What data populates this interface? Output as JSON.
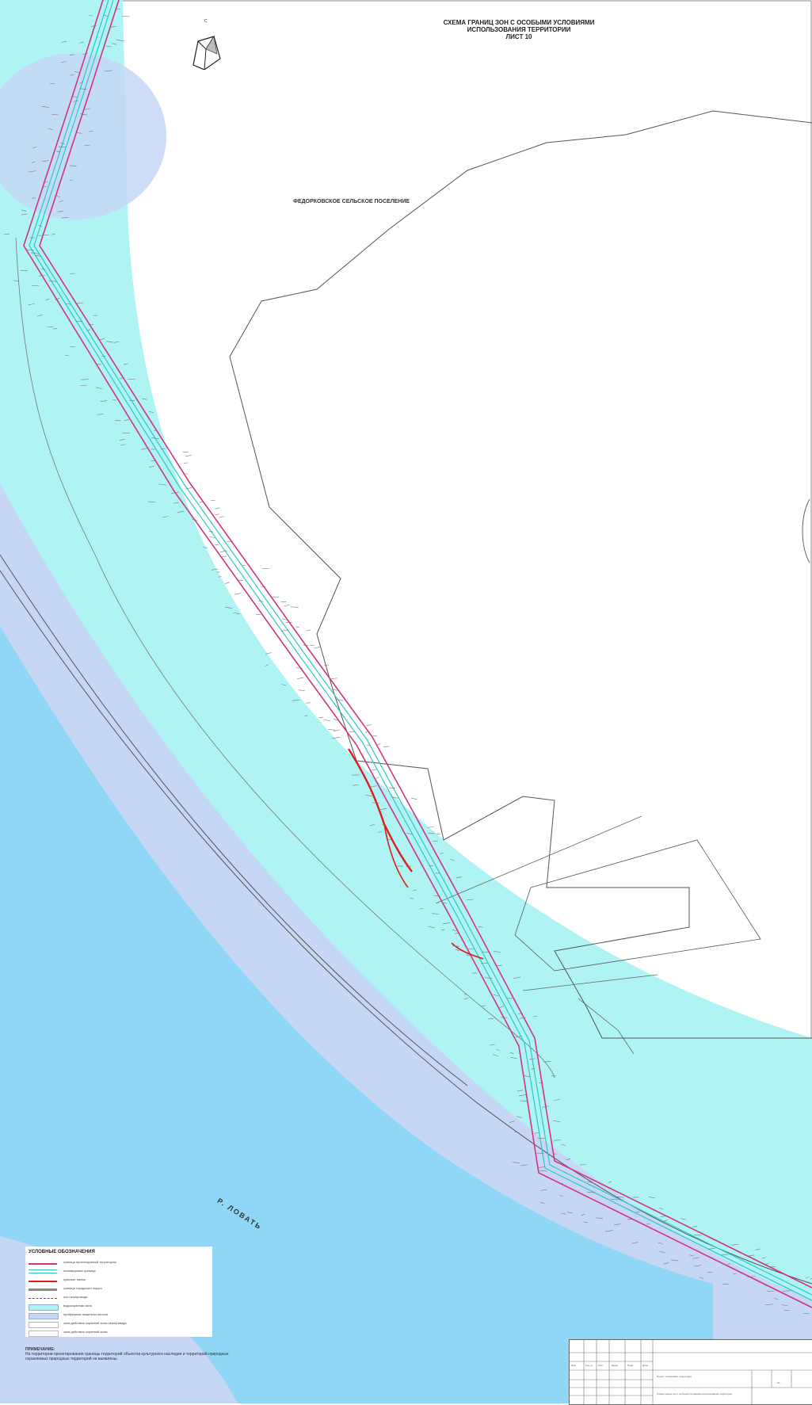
{
  "map": {
    "title_lines": [
      "СХЕМА ГРАНИЦ ЗОН С ОСОБЫМИ УСЛОВИЯМИ",
      "ИСПОЛЬЗОВАНИЯ ТЕРРИТОРИИ",
      "ЛИСТ 10"
    ],
    "settlement_label": "ФЕДОРКОВСКОЕ СЕЛЬСКОЕ ПОСЕЛЕНИЕ",
    "river_label": "Р. ЛОВАТЬ",
    "north_label": "С",
    "colors": {
      "protection_zone": "#aff3f3",
      "flood_zone": "#c6d7f5",
      "river_water": "#8fd6f7",
      "route_boundary": "#d1357f",
      "route_inner": "#2fc7c7",
      "new_construction": "#e01b1b",
      "settlement_boundary": "#555555"
    }
  },
  "legend": {
    "title": "УСЛОВНЫЕ ОБОЗНАЧЕНИЯ",
    "items": [
      {
        "label": "граница проектируемой территории",
        "symbol": "magenta-line"
      },
      {
        "label": "планируемая граница",
        "symbol": "cyan-double-line"
      },
      {
        "label": "красные линии",
        "symbol": "red-line"
      },
      {
        "label": "граница городского округа",
        "symbol": "gray-bar"
      },
      {
        "label": "ось газопровода",
        "symbol": "dashed-line"
      },
      {
        "label": "водоохранная зона",
        "symbol": "cyan-fill"
      },
      {
        "label": "прибрежная защитная полоса",
        "symbol": "lavender-fill"
      },
      {
        "label": "зона действия охранной зоны газопровода",
        "symbol": "blank-box"
      },
      {
        "label": "зона действия охранной зоны",
        "symbol": "blank-box"
      }
    ]
  },
  "note": {
    "title": "ПРИМЕЧАНИЕ:",
    "text": "На территории проектирования границы территорий объектов культурного наследия и территорий природных охраняемых природных территорий не выявлены."
  },
  "stamp": {
    "rows": [
      "Изм.",
      "Кол.уч.",
      "Лист",
      "№док.",
      "Подп.",
      "Дата"
    ],
    "project": "Проект планировки территории",
    "sheet_title": "Схема границ зон с особыми условиями использования территории",
    "sheet_no": "10"
  }
}
